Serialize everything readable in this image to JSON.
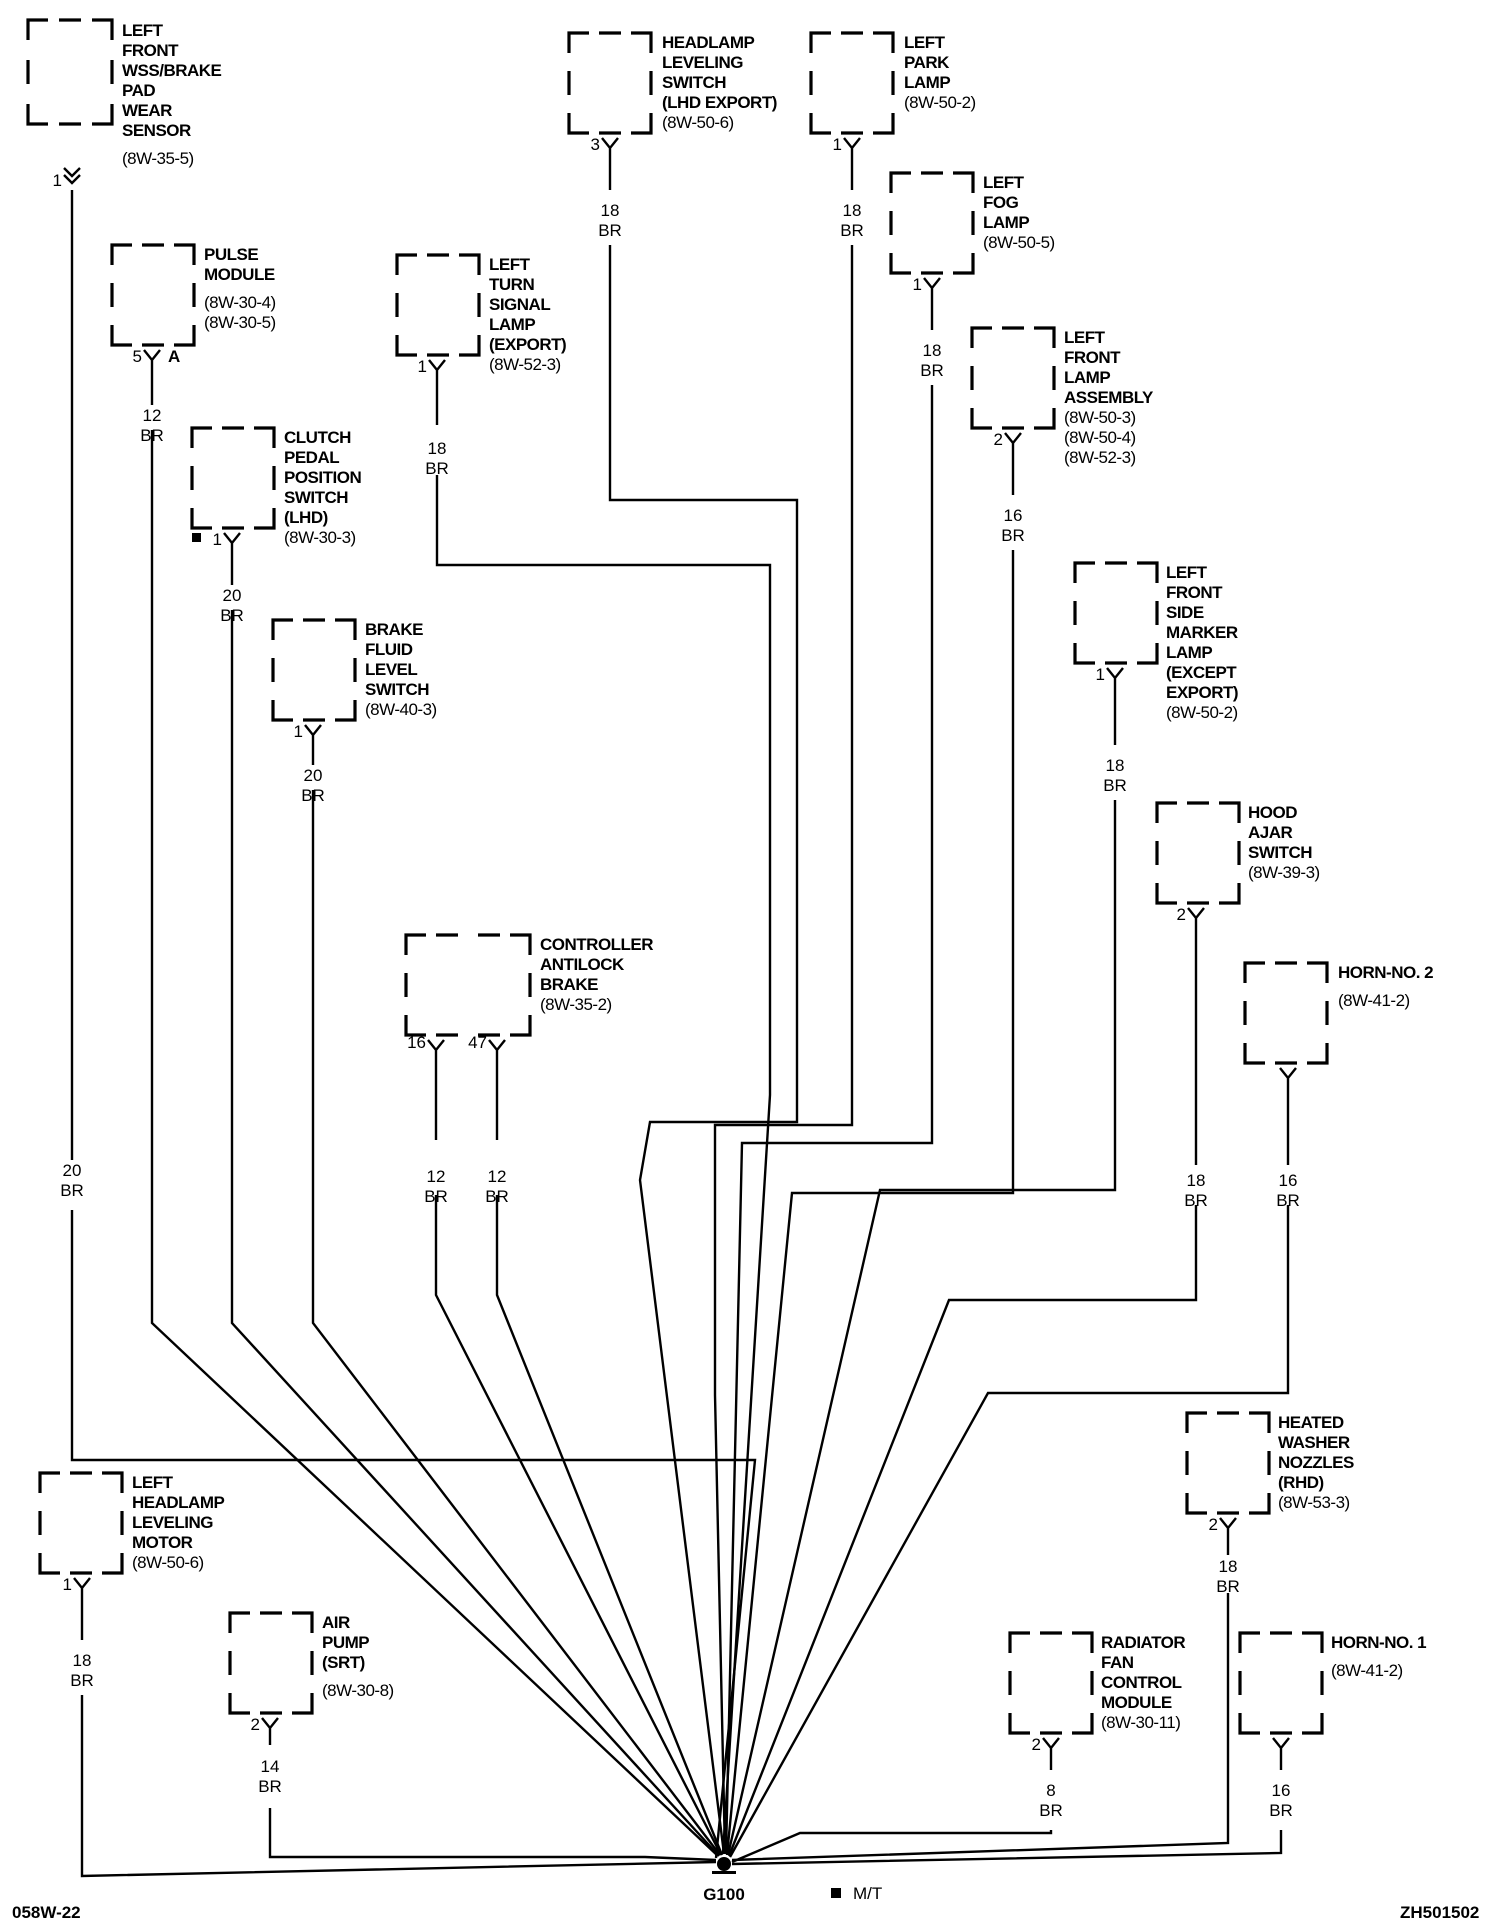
{
  "diagram": {
    "title": "Ground Distribution G100",
    "ground": {
      "id": "G100",
      "label": "G100"
    },
    "footer": {
      "left": "058W-22",
      "right": "ZH501502"
    },
    "legend": {
      "symbol": "■",
      "text": "M/T"
    },
    "components": [
      {
        "id": "lf-wss",
        "name_lines": [
          "LEFT",
          "FRONT",
          "WSS/BRAKE",
          "PAD",
          "WEAR",
          "SENSOR"
        ],
        "refs": [
          "(8W-35-5)"
        ],
        "pin": "1",
        "pin_extra": "",
        "connector": "double-chevron",
        "wire": {
          "gauge": "20",
          "color": "BR"
        }
      },
      {
        "id": "pulse-module",
        "name_lines": [
          "PULSE",
          "MODULE"
        ],
        "refs": [
          "(8W-30-4)",
          "(8W-30-5)"
        ],
        "pin": "5",
        "pin_extra": "A",
        "connector": "y",
        "wire": {
          "gauge": "12",
          "color": "BR"
        }
      },
      {
        "id": "clutch-switch",
        "name_lines": [
          "CLUTCH",
          "PEDAL",
          "POSITION",
          "SWITCH",
          "(LHD)"
        ],
        "refs": [
          "(8W-30-3)"
        ],
        "pin": "1",
        "pin_marker": "■",
        "connector": "y",
        "wire": {
          "gauge": "20",
          "color": "BR"
        }
      },
      {
        "id": "brake-fluid",
        "name_lines": [
          "BRAKE",
          "FLUID",
          "LEVEL",
          "SWITCH"
        ],
        "refs": [
          "(8W-40-3)"
        ],
        "pin": "1",
        "connector": "y",
        "wire": {
          "gauge": "20",
          "color": "BR"
        }
      },
      {
        "id": "left-turn",
        "name_lines": [
          "LEFT",
          "TURN",
          "SIGNAL",
          "LAMP",
          "(EXPORT)"
        ],
        "refs": [
          "(8W-52-3)"
        ],
        "pin": "1",
        "connector": "y",
        "wire": {
          "gauge": "18",
          "color": "BR"
        }
      },
      {
        "id": "abs-controller",
        "name_lines": [
          "CONTROLLER",
          "ANTILOCK",
          "BRAKE"
        ],
        "refs": [
          "(8W-35-2)"
        ],
        "pins": [
          {
            "pin": "16",
            "wire": {
              "gauge": "12",
              "color": "BR"
            }
          },
          {
            "pin": "47",
            "wire": {
              "gauge": "12",
              "color": "BR"
            }
          }
        ]
      },
      {
        "id": "hl-leveling-switch",
        "name_lines": [
          "HEADLAMP",
          "LEVELING",
          "SWITCH",
          "(LHD EXPORT)"
        ],
        "refs": [
          "(8W-50-6)"
        ],
        "pin": "3",
        "connector": "y",
        "wire": {
          "gauge": "18",
          "color": "BR"
        }
      },
      {
        "id": "left-park",
        "name_lines": [
          "LEFT",
          "PARK",
          "LAMP"
        ],
        "refs": [
          "(8W-50-2)"
        ],
        "pin": "1",
        "connector": "y",
        "wire": {
          "gauge": "18",
          "color": "BR"
        }
      },
      {
        "id": "left-fog",
        "name_lines": [
          "LEFT",
          "FOG",
          "LAMP"
        ],
        "refs": [
          "(8W-50-5)"
        ],
        "pin": "1",
        "connector": "y",
        "wire": {
          "gauge": "18",
          "color": "BR"
        }
      },
      {
        "id": "lf-lamp-assy",
        "name_lines": [
          "LEFT",
          "FRONT",
          "LAMP",
          "ASSEMBLY"
        ],
        "refs": [
          "(8W-50-3)",
          "(8W-50-4)",
          "(8W-52-3)"
        ],
        "pin": "2",
        "connector": "y",
        "wire": {
          "gauge": "16",
          "color": "BR"
        }
      },
      {
        "id": "lf-side-marker",
        "name_lines": [
          "LEFT",
          "FRONT",
          "SIDE",
          "MARKER",
          "LAMP",
          "(EXCEPT",
          "EXPORT)"
        ],
        "refs": [
          "(8W-50-2)"
        ],
        "pin": "1",
        "connector": "y",
        "wire": {
          "gauge": "18",
          "color": "BR"
        }
      },
      {
        "id": "hood-ajar",
        "name_lines": [
          "HOOD",
          "AJAR",
          "SWITCH"
        ],
        "refs": [
          "(8W-39-3)"
        ],
        "pin": "2",
        "connector": "y",
        "wire": {
          "gauge": "18",
          "color": "BR"
        }
      },
      {
        "id": "horn-2",
        "name_lines": [
          "HORN-NO. 2"
        ],
        "refs": [
          "(8W-41-2)"
        ],
        "pin": "",
        "connector": "y",
        "wire": {
          "gauge": "16",
          "color": "BR"
        }
      },
      {
        "id": "heated-washer",
        "name_lines": [
          "HEATED",
          "WASHER",
          "NOZZLES",
          "(RHD)"
        ],
        "refs": [
          "(8W-53-3)"
        ],
        "pin": "2",
        "connector": "y",
        "wire": {
          "gauge": "18",
          "color": "BR"
        }
      },
      {
        "id": "left-hl-motor",
        "name_lines": [
          "LEFT",
          "HEADLAMP",
          "LEVELING",
          "MOTOR"
        ],
        "refs": [
          "(8W-50-6)"
        ],
        "pin": "1",
        "connector": "y",
        "wire": {
          "gauge": "18",
          "color": "BR"
        }
      },
      {
        "id": "air-pump",
        "name_lines": [
          "AIR",
          "PUMP",
          "(SRT)"
        ],
        "refs": [
          "(8W-30-8)"
        ],
        "pin": "2",
        "connector": "y",
        "wire": {
          "gauge": "14",
          "color": "BR"
        }
      },
      {
        "id": "rad-fan",
        "name_lines": [
          "RADIATOR",
          "FAN",
          "CONTROL",
          "MODULE"
        ],
        "refs": [
          "(8W-30-11)"
        ],
        "pin": "2",
        "connector": "y",
        "wire": {
          "gauge": "8",
          "color": "BR"
        }
      },
      {
        "id": "horn-1",
        "name_lines": [
          "HORN-NO. 1"
        ],
        "refs": [
          "(8W-41-2)"
        ],
        "pin": "",
        "connector": "y",
        "wire": {
          "gauge": "16",
          "color": "BR"
        }
      }
    ]
  }
}
